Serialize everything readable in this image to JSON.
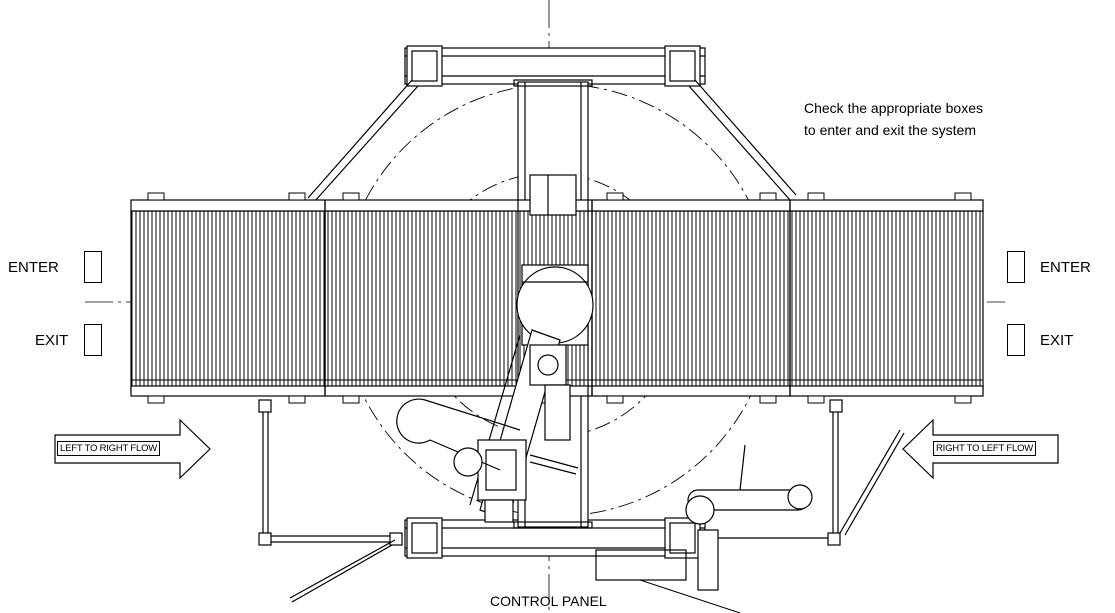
{
  "instructions": {
    "line1": "Check the appropriate boxes",
    "line2": "to enter and exit the system"
  },
  "left": {
    "enter_label": "ENTER",
    "exit_label": "EXIT",
    "enter_checked": false,
    "exit_checked": false
  },
  "right": {
    "enter_label": "ENTER",
    "exit_label": "EXIT",
    "enter_checked": false,
    "exit_checked": false
  },
  "flow": {
    "left_to_right": "LEFT TO RIGHT FLOW",
    "right_to_left": "RIGHT TO LEFT FLOW"
  },
  "control_panel": "CONTROL PANEL"
}
